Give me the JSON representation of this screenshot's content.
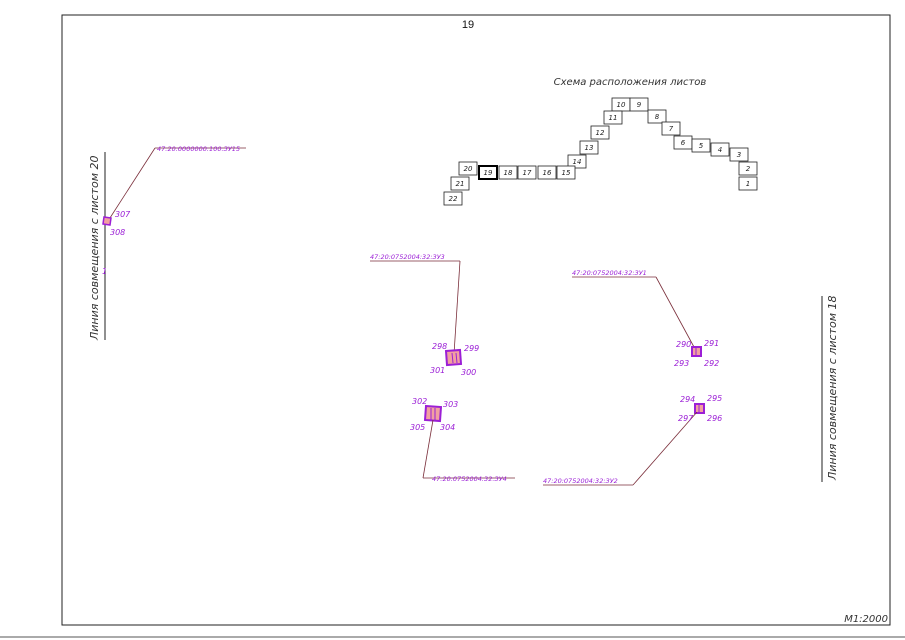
{
  "sheet": {
    "number": "19",
    "scale": "М1:2000",
    "left_join_label": "Линия совмещения с листом 20",
    "right_join_label": "Линия совмещения с листом 18"
  },
  "layout_scheme": {
    "title": "Схема расположения листов",
    "sheets": [
      "10",
      "9",
      "11",
      "8",
      "7",
      "12",
      "6",
      "5",
      "4",
      "13",
      "3",
      "14",
      "2",
      "20",
      "19",
      "18",
      "17",
      "16",
      "15",
      "1",
      "21",
      "22"
    ],
    "current": "19"
  },
  "cadastral_labels": {
    "zu15": "47:20:0000000:100:ЗУ15",
    "zu3": "47:20:0752004:32:ЗУ3",
    "zu1": "47:20:0752004:32:ЗУ1",
    "zu4": "47:20:0752004:32:ЗУ4",
    "zu2": "47:20:0752004:32:ЗУ2"
  },
  "points": {
    "p307": "307",
    "p308": "308",
    "p1": "1",
    "p298": "298",
    "p299": "299",
    "p301": "301",
    "p300": "300",
    "p302": "302",
    "p303": "303",
    "p305": "305",
    "p304": "304",
    "p290": "290",
    "p291": "291",
    "p293": "293",
    "p292": "292",
    "p294": "294",
    "p295": "295",
    "p297": "297",
    "p296": "296"
  },
  "colors": {
    "boundary": "#9b1fd6",
    "fill": "#f2a0a0",
    "leader": "#7a2e3a"
  }
}
